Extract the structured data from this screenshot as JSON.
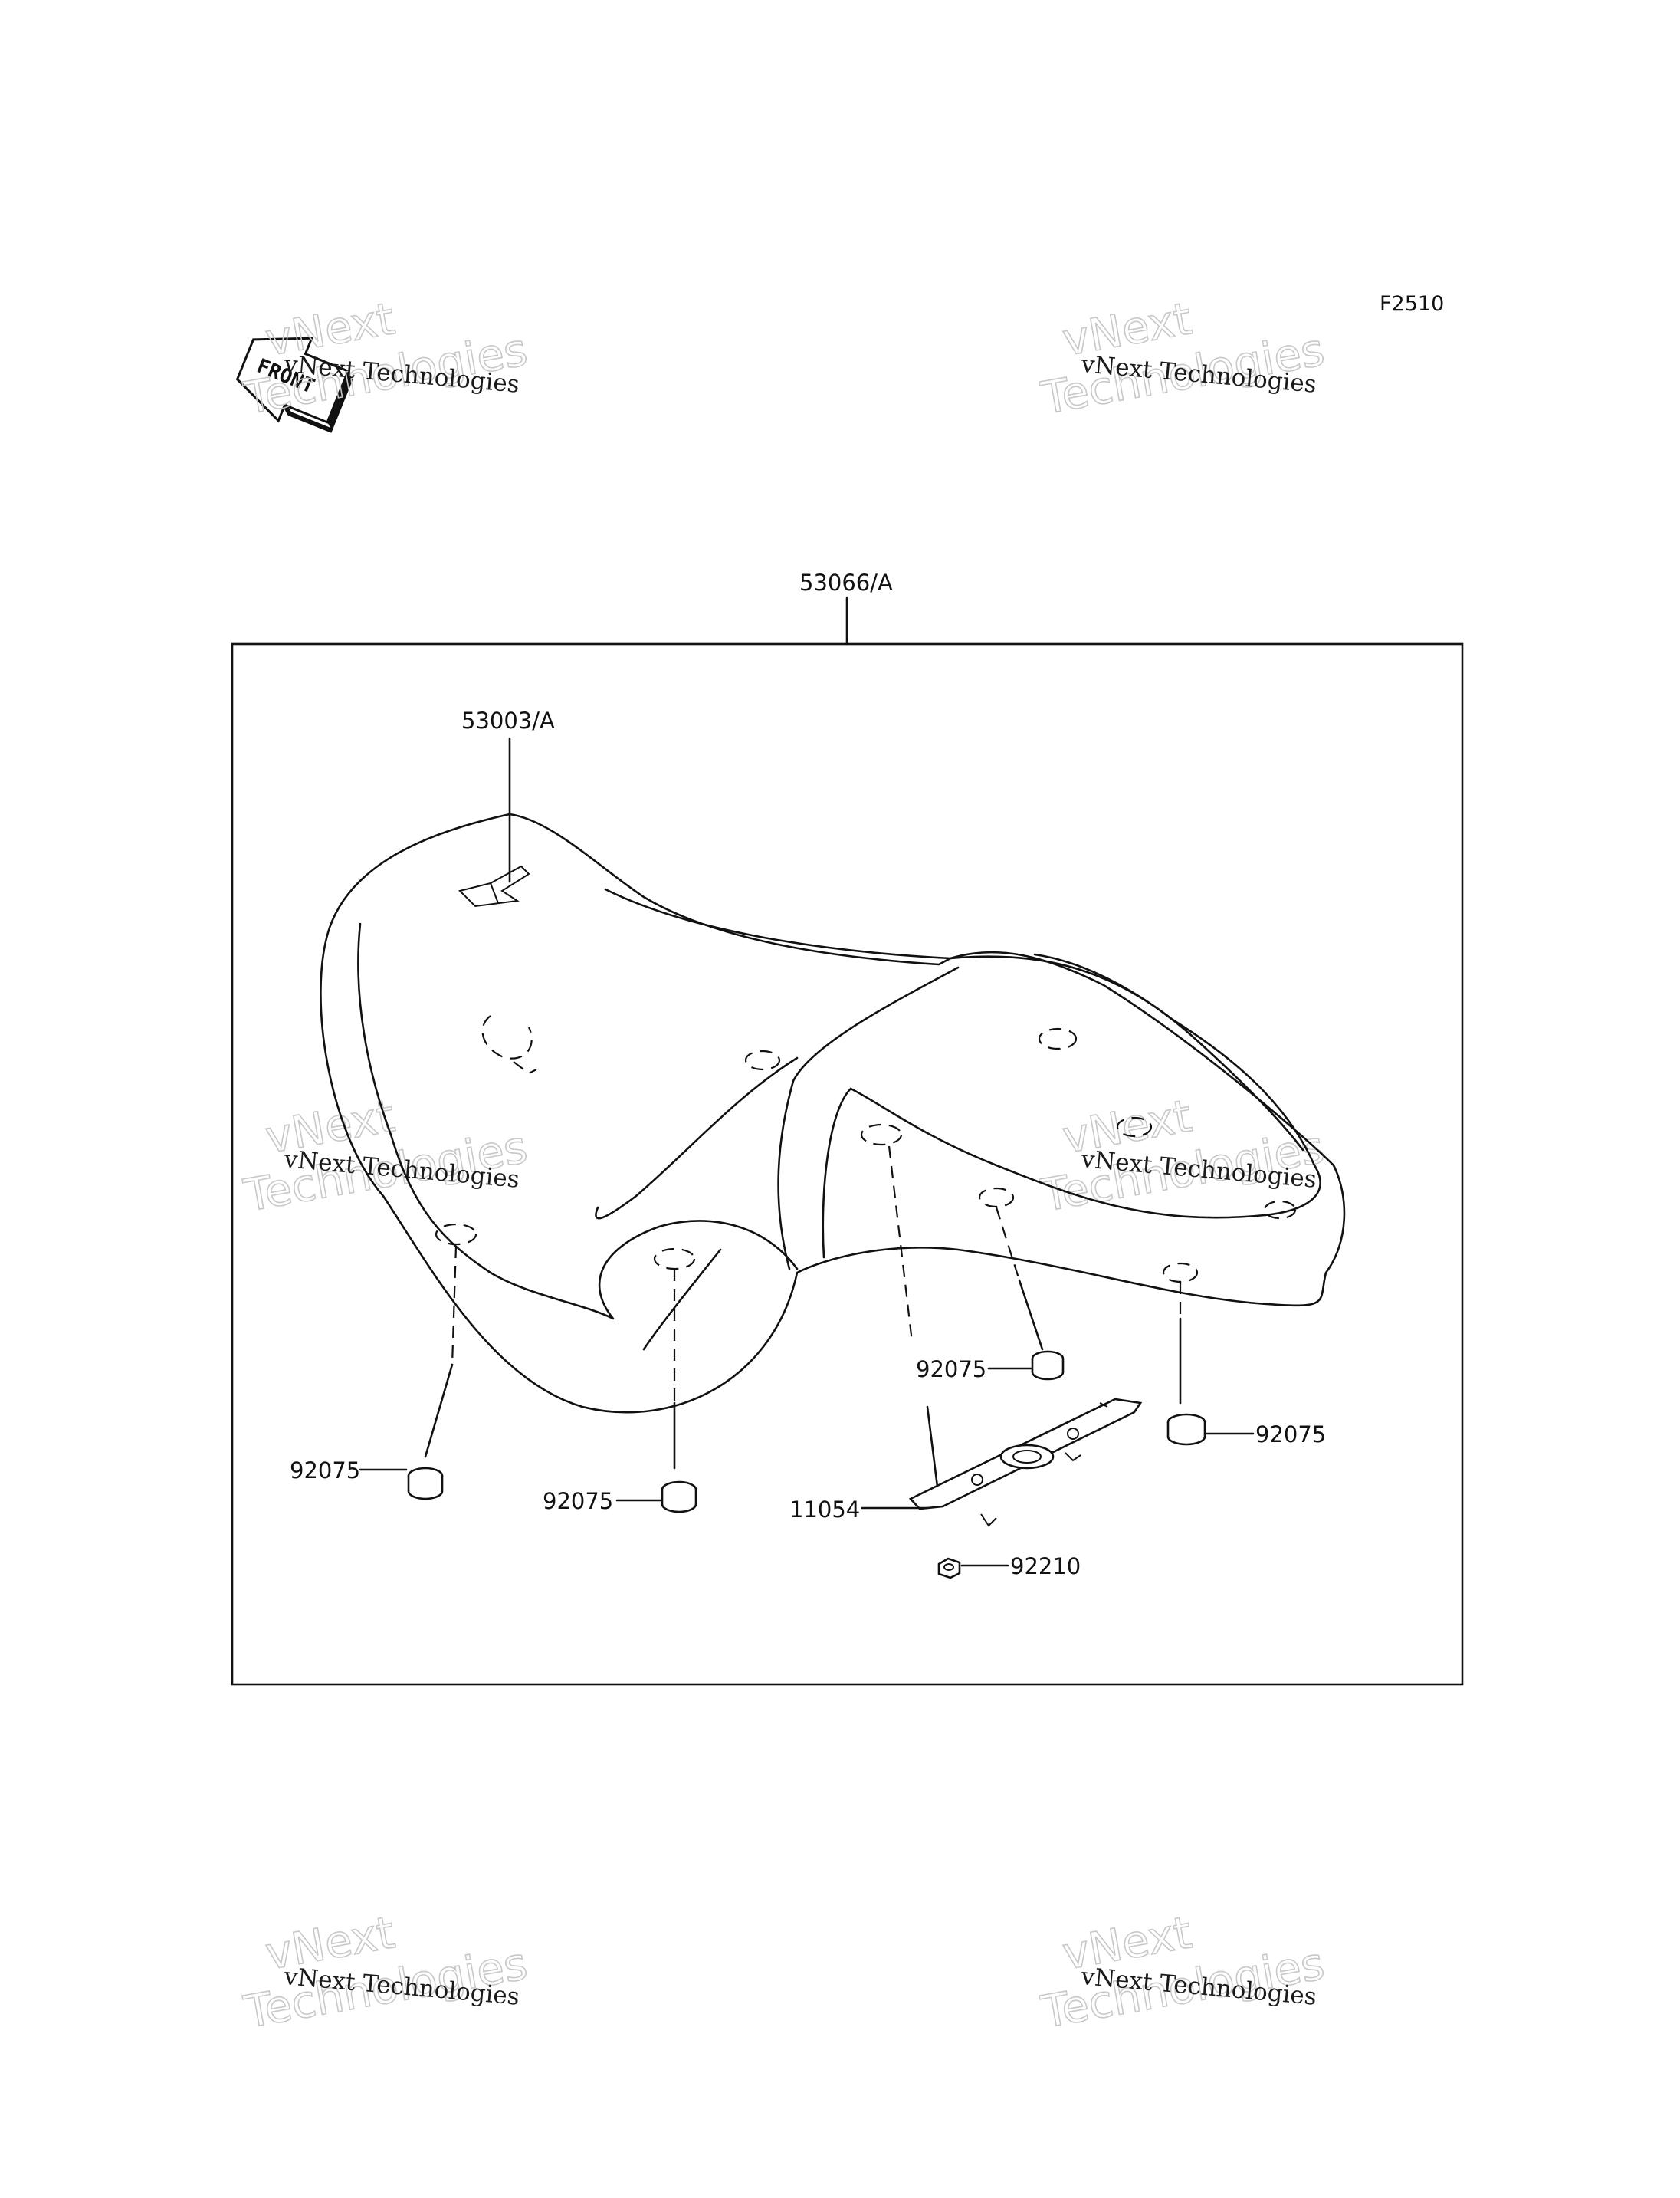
{
  "figure_code": "F2510",
  "front_badge": "FRONT",
  "watermark": {
    "small": "vNext Technologies",
    "big_line1": "vNext",
    "big_line2": "Technologies"
  },
  "callouts": {
    "seat_assembly": "53066/A",
    "seat_label": "53003/A",
    "grommet_left": "92075",
    "grommet_mid_left": "92075",
    "grommet_center": "92075",
    "grommet_right": "92075",
    "bracket": "11054",
    "nut": "92210"
  }
}
